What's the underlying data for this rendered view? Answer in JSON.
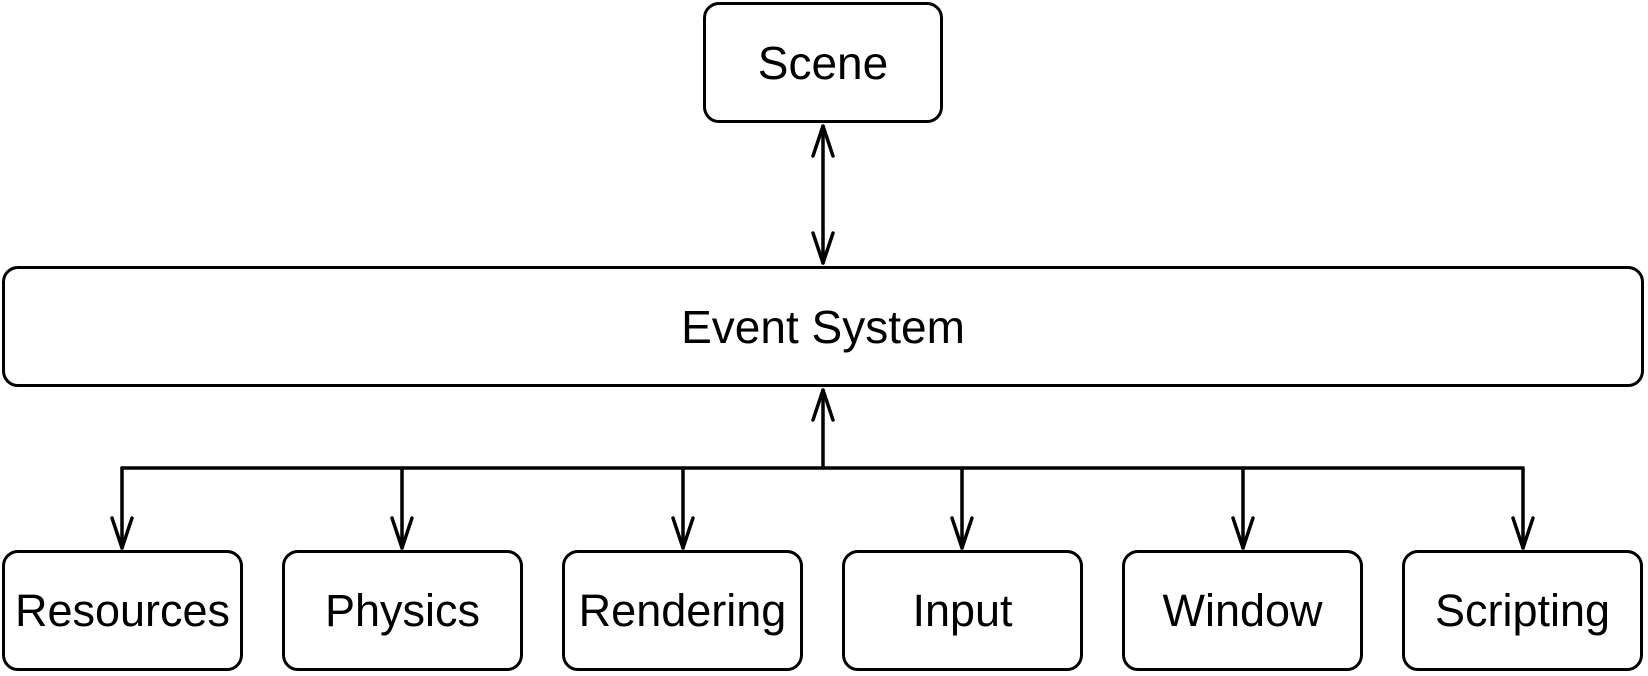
{
  "diagram": {
    "nodes": {
      "scene": "Scene",
      "event_system": "Event System",
      "subsystems": [
        "Resources",
        "Physics",
        "Rendering",
        "Input",
        "Window",
        "Scripting"
      ]
    },
    "edges": [
      {
        "from": "Scene",
        "to": "Event System",
        "direction": "bidirectional"
      },
      {
        "from": "Event System",
        "to": "Resources",
        "direction": "bidirectional"
      },
      {
        "from": "Event System",
        "to": "Physics",
        "direction": "bidirectional"
      },
      {
        "from": "Event System",
        "to": "Rendering",
        "direction": "bidirectional"
      },
      {
        "from": "Event System",
        "to": "Input",
        "direction": "bidirectional"
      },
      {
        "from": "Event System",
        "to": "Window",
        "direction": "bidirectional"
      },
      {
        "from": "Event System",
        "to": "Scripting",
        "direction": "bidirectional"
      }
    ],
    "colors": {
      "stroke": "#000000",
      "fill": "#ffffff",
      "text": "#000000"
    }
  }
}
